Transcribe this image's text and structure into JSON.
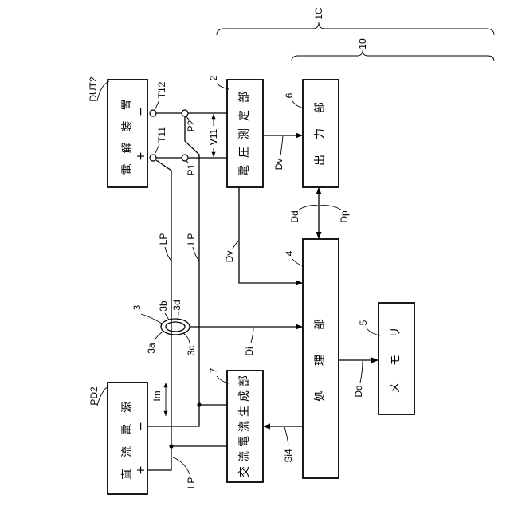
{
  "colors": {
    "stroke": "#000000",
    "background": "#ffffff"
  },
  "figure": {
    "braces": {
      "outer": "1C",
      "inner": "10"
    },
    "electrolysis_device": {
      "ref": "DUT2",
      "label": "電解装置",
      "minus": "−",
      "plus": "+"
    },
    "voltage_measurement": {
      "ref": "2",
      "label": "電圧測定部"
    },
    "output_unit": {
      "ref": "6",
      "label": "出力部"
    },
    "processing_unit": {
      "ref": "4",
      "label": "処理部"
    },
    "memory": {
      "ref": "5",
      "label": "メモリ"
    },
    "ac_current_generator": {
      "ref": "7",
      "label": "交流電流生成部"
    },
    "dc_power_supply": {
      "ref": "PD2",
      "label": "直流電源",
      "minus": "−",
      "plus": "+"
    },
    "terminals": {
      "t11": "T11",
      "t12": "T12",
      "p1": "P1",
      "p2": "P2"
    },
    "current_sensor": {
      "ref": "3",
      "part_a": "3a",
      "part_b": "3b",
      "part_c": "3c",
      "part_d": "3d"
    },
    "signals": {
      "v11": "V11",
      "dv_to_output": "Dv",
      "dv_to_processing": "Dv",
      "dd_to_output": "Dd",
      "dp": "Dp",
      "di": "Di",
      "dd_to_memory": "Dd",
      "si4": "Si4",
      "im": "Im",
      "lp_upper_left": "LP",
      "lp_upper_right": "LP",
      "lp_lower": "LP"
    }
  }
}
